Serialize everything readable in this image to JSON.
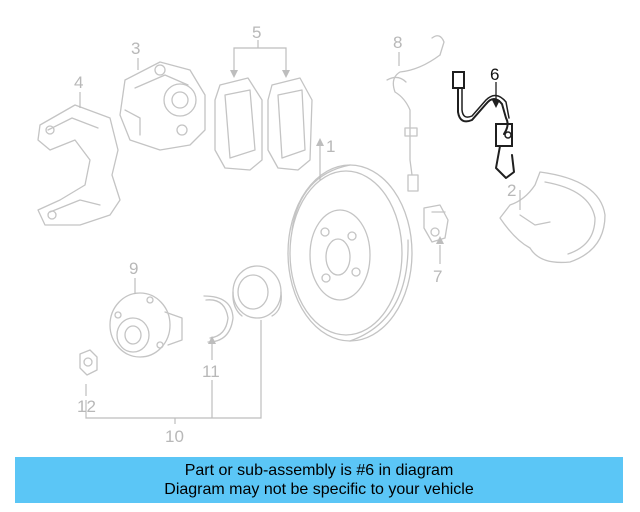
{
  "diagram": {
    "callouts": [
      "1",
      "2",
      "3",
      "4",
      "5",
      "6",
      "7",
      "8",
      "9",
      "10",
      "11",
      "12"
    ],
    "highlighted_callout": "6",
    "colors": {
      "highlight": "#5bc6f6",
      "active_part": "#1f1f1f",
      "inactive_part": "#c4c4c4"
    }
  },
  "banner": {
    "line1": "Part or sub-assembly is #6 in diagram",
    "line2": "Diagram may not be specific to your vehicle"
  }
}
